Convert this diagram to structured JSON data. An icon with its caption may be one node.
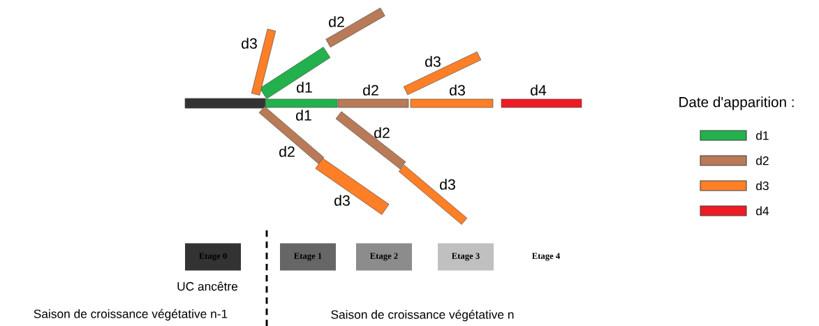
{
  "diagram": {
    "nodes": [
      {
        "text": [
          "Etage 0"
        ],
        "beside": [
          "UC ancêtre"
        ]
      },
      {
        "text": [
          "Etage 1"
        ]
      },
      {
        "text": [
          "Etage 2"
        ]
      },
      {
        "text": [
          "Etage 3"
        ]
      },
      {
        "text": [
          "Etage 4"
        ]
      }
    ],
    "labels": [
      "d2",
      "d3",
      "d3",
      "d1",
      "d2",
      "d3",
      "d4",
      "Date d'apparition :",
      "d1",
      "d2",
      "d2",
      "d3",
      "d3",
      "Saison de croissance végétative n-1",
      "Saison de croissance végétative n"
    ],
    "legend": [
      {
        "text": "d1",
        "color": "#22b14c"
      },
      {
        "text": "d2",
        "color": "#b97a57"
      },
      {
        "text": "d3",
        "color": "#ff7f27"
      },
      {
        "text": "d4",
        "color": "#ed1c24"
      }
    ]
  }
}
